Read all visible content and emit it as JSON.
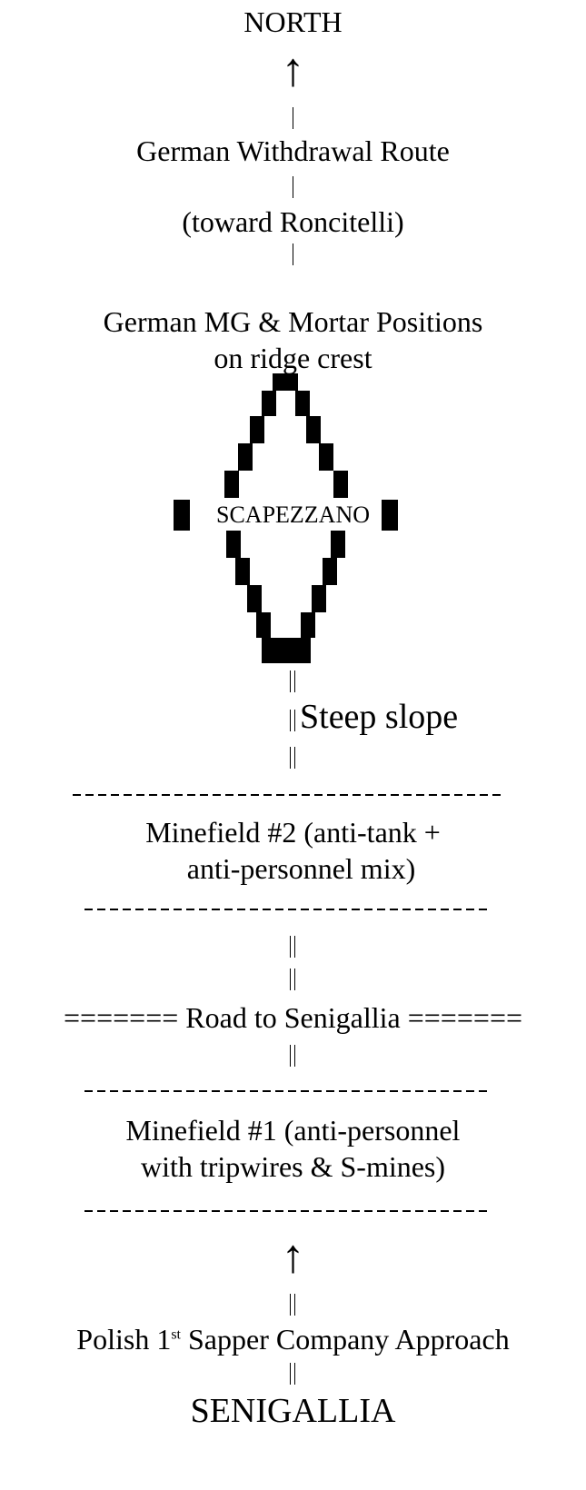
{
  "north": "NORTH",
  "north_arrow": "↑",
  "withdrawal_route": "German Withdrawal Route",
  "toward": "(toward Roncitelli)",
  "positions_line1": "German MG & Mortar Positions",
  "positions_line2": "on ridge crest",
  "town": "SCAPEZZANO",
  "slope": "Steep slope",
  "minefield2_line1": "Minefield #2 (anti-tank +",
  "minefield2_line2": "anti-personnel mix)",
  "road": "======= Road to Senigallia =======",
  "minefield1_line1": "Minefield #1 (anti-personnel",
  "minefield1_line2": "with tripwires & S-mines)",
  "approach_arrow": "↑",
  "approach_prefix": "Polish 1",
  "approach_sup": "st",
  "approach_suffix": " Sapper Company Approach",
  "senigallia": "SENIGALLIA"
}
